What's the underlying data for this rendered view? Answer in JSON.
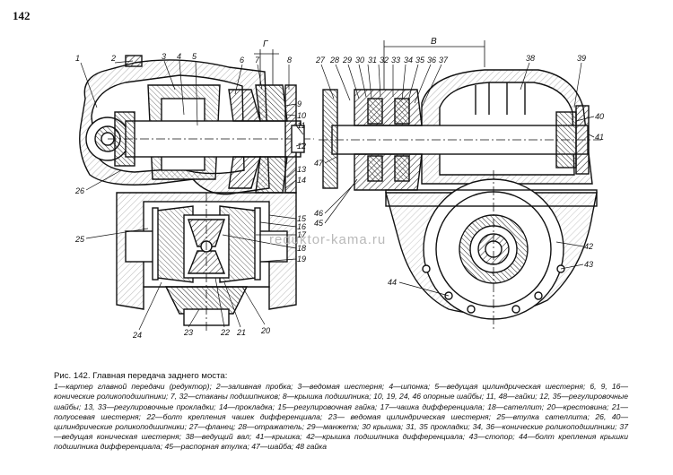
{
  "page_number": "142",
  "watermark": "reduktor-kama.ru",
  "dimensions": {
    "left": "Г",
    "right": "В"
  },
  "caption": {
    "title": "Рис. 142. Главная передача заднего моста:",
    "legend": "1—картер главной передачи (редуктор); 2—заливная пробка; 3—ведомая шестерня; 4—шпонка; 5—ведущая цилиндрическая шестерня; 6, 9, 16—конические роликоподшипники; 7, 32—стаканы подшипников; 8—крышка подшипника; 10, 19, 24, 46 опорные шайбы; 11, 48—гайки; 12, 35—регулировочные шайбы; 13, 33—регулировочные прокладки; 14—прокладка; 15—регулировочная гайка; 17—чашка дифференциала; 18—сателлит; 20—крестовина; 21—полуосевая шестерня; 22—болт крепления чашек дифференциала; 23— ведомая цилиндрическая шестерня; 25—втулка сателлита; 26, 40—цилиндрические роликоподшипники; 27—фланец; 28—отражатель; 29—манжета; 30 крышка; 31, 35 прокладки; 34, 36—конические роликоподшипники; 37—ведущая коническая шестерня; 38—ведущий вал; 41—крышка; 42—крышка подшипника дифференциала; 43—стопор; 44—болт крепления крышки подшипника дифференциала; 45—распорная втулка; 47—шайба; 48 гайка"
  },
  "callouts_left": [
    "1",
    "2",
    "3",
    "4",
    "5",
    "6",
    "7",
    "8",
    "9",
    "10",
    "11",
    "12",
    "13",
    "14",
    "15",
    "16",
    "17",
    "18",
    "19",
    "20",
    "21",
    "22",
    "23",
    "24",
    "25",
    "26"
  ],
  "callouts_right": [
    "27",
    "28",
    "29",
    "30",
    "31",
    "32",
    "33",
    "34",
    "35",
    "36",
    "37",
    "38",
    "39",
    "40",
    "41",
    "42",
    "43",
    "44",
    "45",
    "46",
    "47"
  ]
}
